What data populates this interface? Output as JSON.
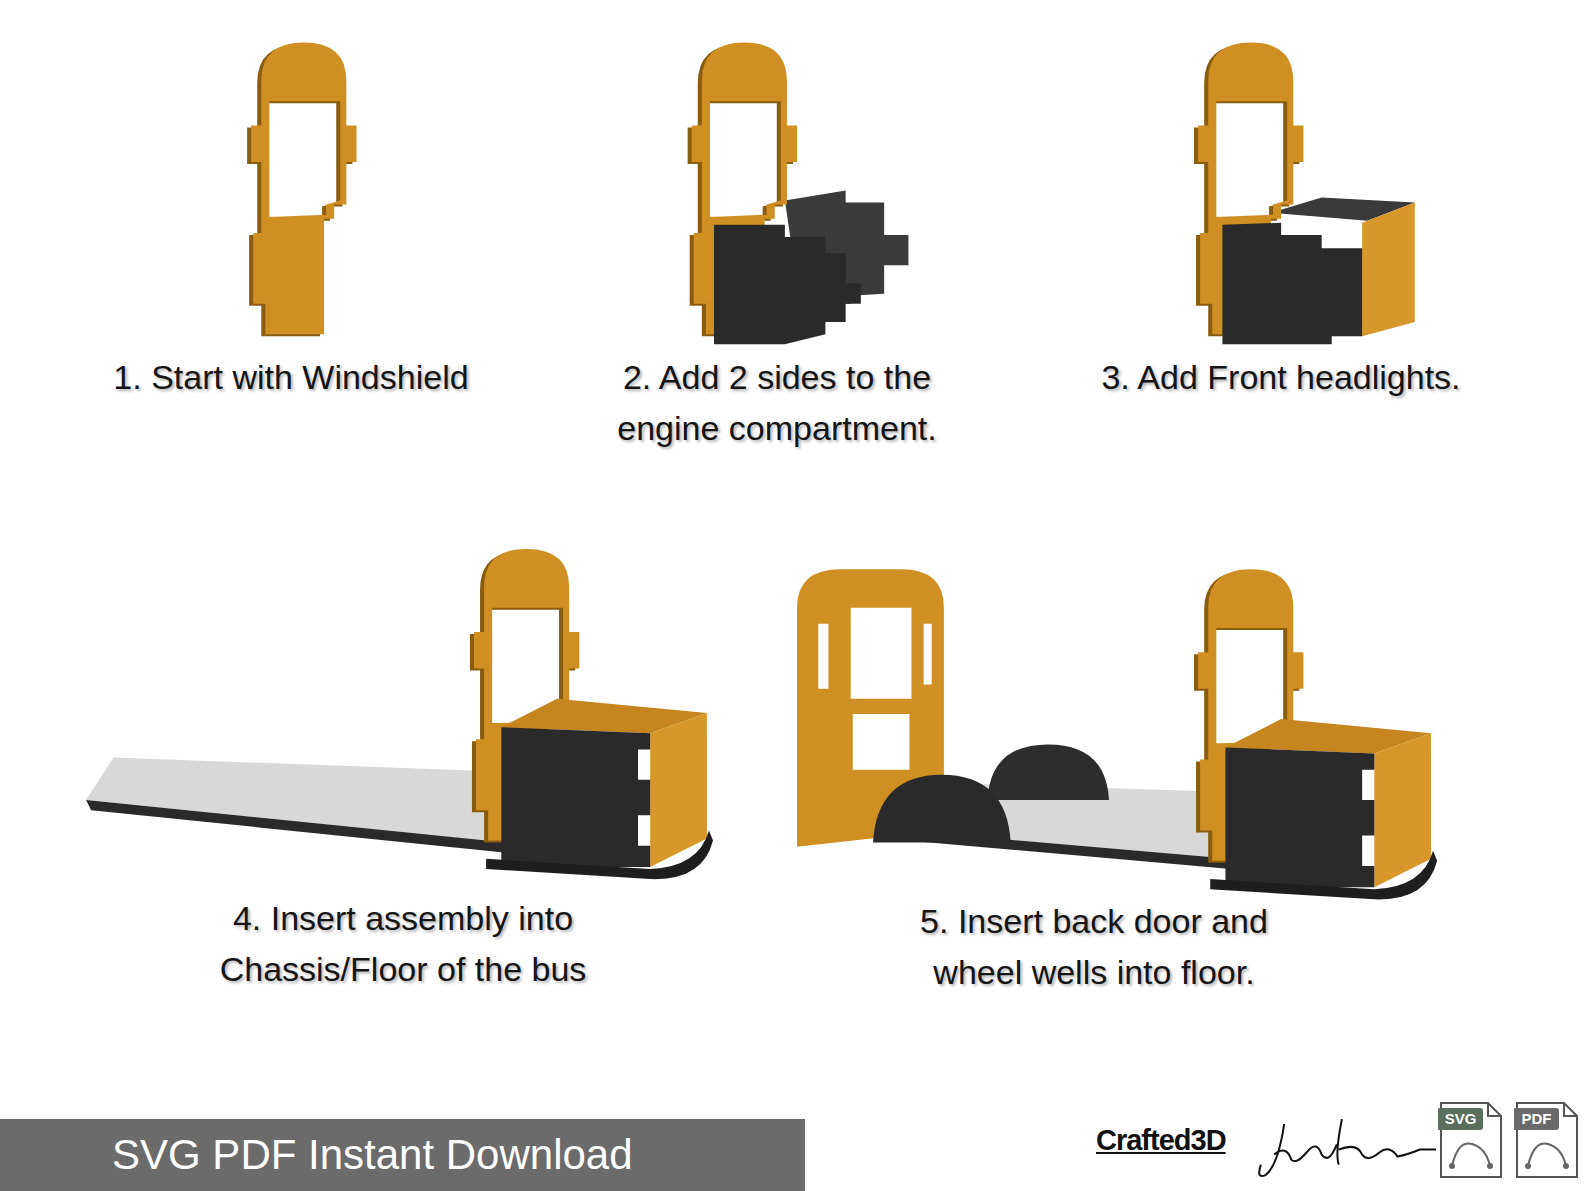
{
  "diagram": {
    "nodes": [
      {
        "text": [
          "SVG PDF Instant Download"
        ]
      },
      {
        "text": [
          "SVG"
        ]
      },
      {
        "text": [
          "PDF"
        ]
      }
    ],
    "labels": [
      "1. Start with Windshield",
      "2. Add 2 sides to the engine compartment.",
      "3. Add Front headlights.",
      "4. Insert assembly into Chassis/Floor of the bus",
      "5. Insert back door and wheel wells into floor.",
      "Crafted3D"
    ]
  }
}
